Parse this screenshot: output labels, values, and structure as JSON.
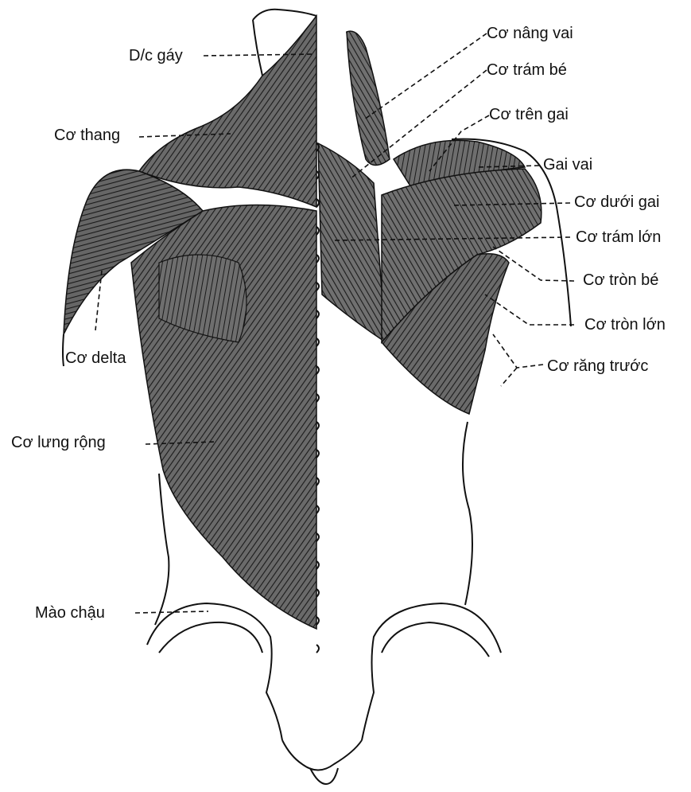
{
  "labels": {
    "dc_gay": "D/c gáy",
    "co_nang_vai": "Cơ nâng vai",
    "co_tram_be": "Cơ trám bé",
    "co_tren_gai": "Cơ trên gai",
    "co_thang": "Cơ thang",
    "gai_vai": "Gai vai",
    "co_duoi_gai": "Cơ dưới gai",
    "co_tram_lon": "Cơ trám lớn",
    "co_tron_be": "Cơ tròn bé",
    "co_tron_lon": "Cơ tròn lớn",
    "co_delta": "Cơ delta",
    "co_rang_truoc": "Cơ răng trước",
    "co_lung_rong": "Cơ lưng rộng",
    "mao_chau": "Mào chậu"
  },
  "colors": {
    "ink": "#111111",
    "muscle_fill": "#5a5a5a",
    "background": "#ffffff"
  }
}
